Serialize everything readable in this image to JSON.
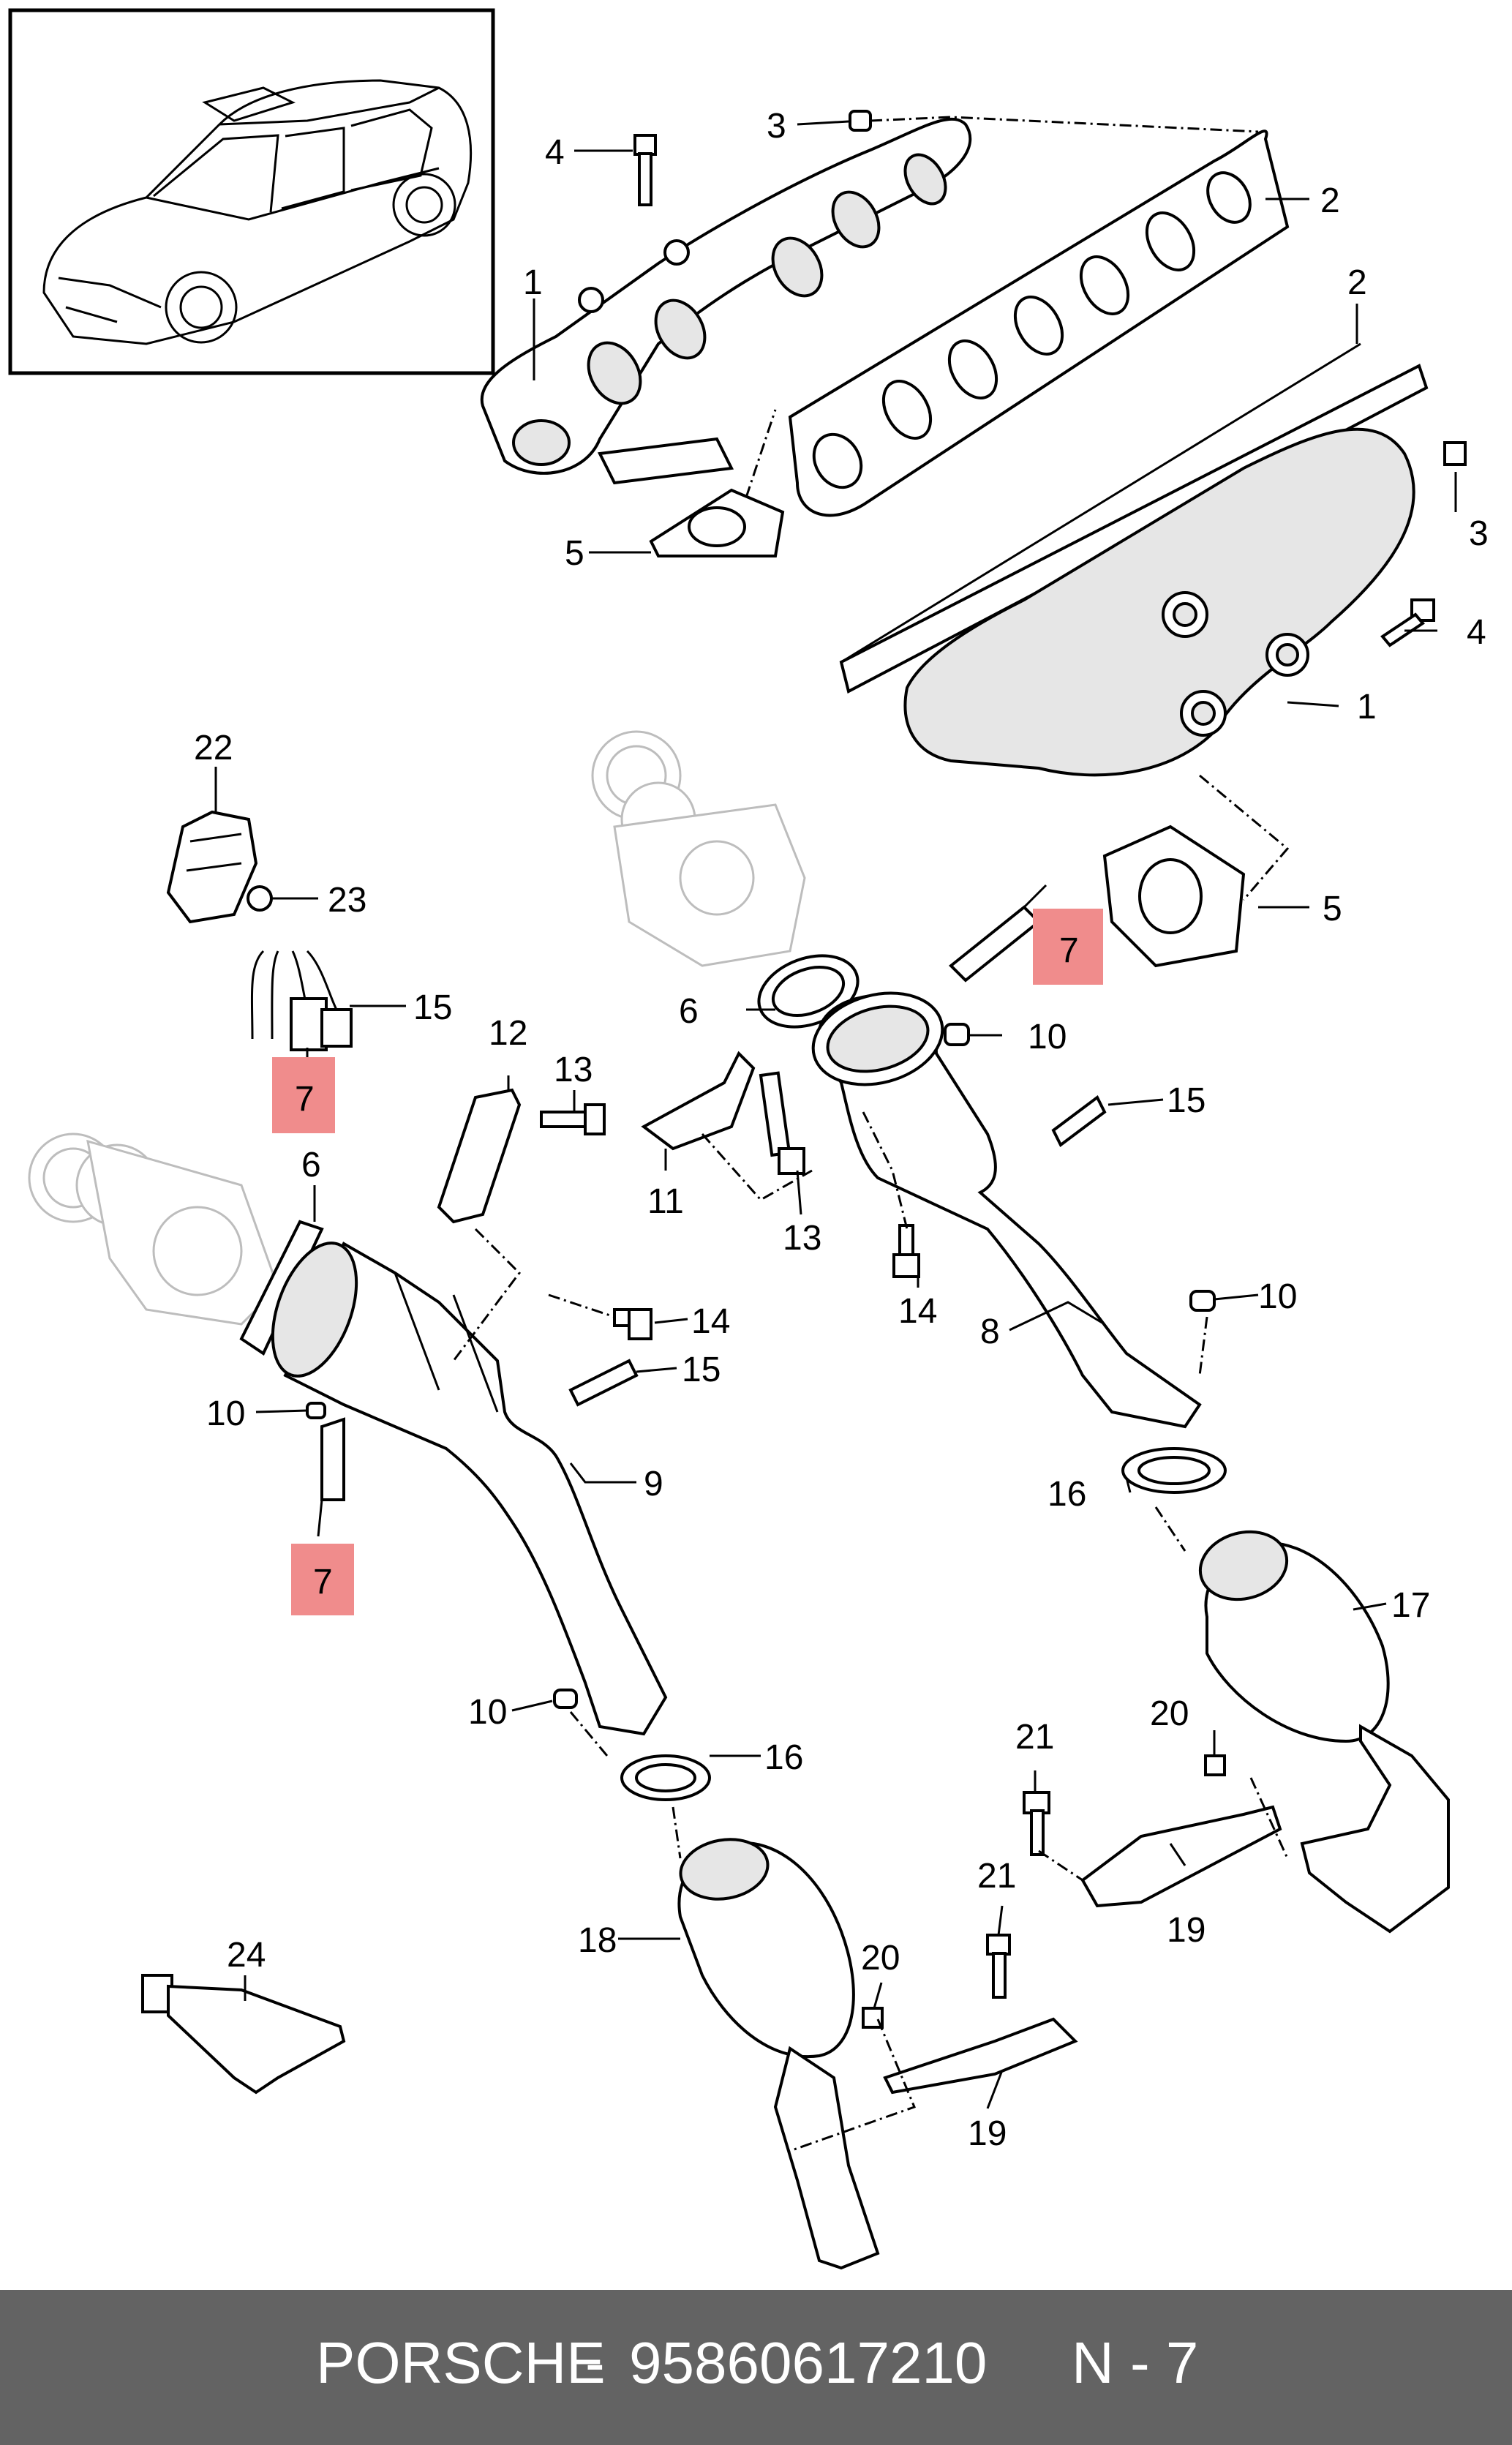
{
  "callouts": {
    "c1a": "1",
    "c1b": "1",
    "c2a": "2",
    "c2b": "2",
    "c3a": "3",
    "c3b": "3",
    "c4a": "4",
    "c4b": "4",
    "c5a": "5",
    "c5b": "5",
    "c6a": "6",
    "c6b": "6",
    "c7a": "7",
    "c7b": "7",
    "c7c": "7",
    "c8": "8",
    "c9": "9",
    "c10a": "10",
    "c10b": "10",
    "c10c": "10",
    "c10d": "10",
    "c11": "11",
    "c12": "12",
    "c13a": "13",
    "c13b": "13",
    "c14a": "14",
    "c14b": "14",
    "c15a": "15",
    "c15b": "15",
    "c15c": "15",
    "c16a": "16",
    "c16b": "16",
    "c17": "17",
    "c18": "18",
    "c19a": "19",
    "c19b": "19",
    "c20a": "20",
    "c20b": "20",
    "c21a": "21",
    "c21b": "21",
    "c22": "22",
    "c23": "23",
    "c24": "24"
  },
  "highlight_color": "#f08c8c",
  "footer": {
    "brand": "PORSCHE",
    "separator": "-",
    "part_number": "95860617210",
    "section": "N - 7"
  }
}
